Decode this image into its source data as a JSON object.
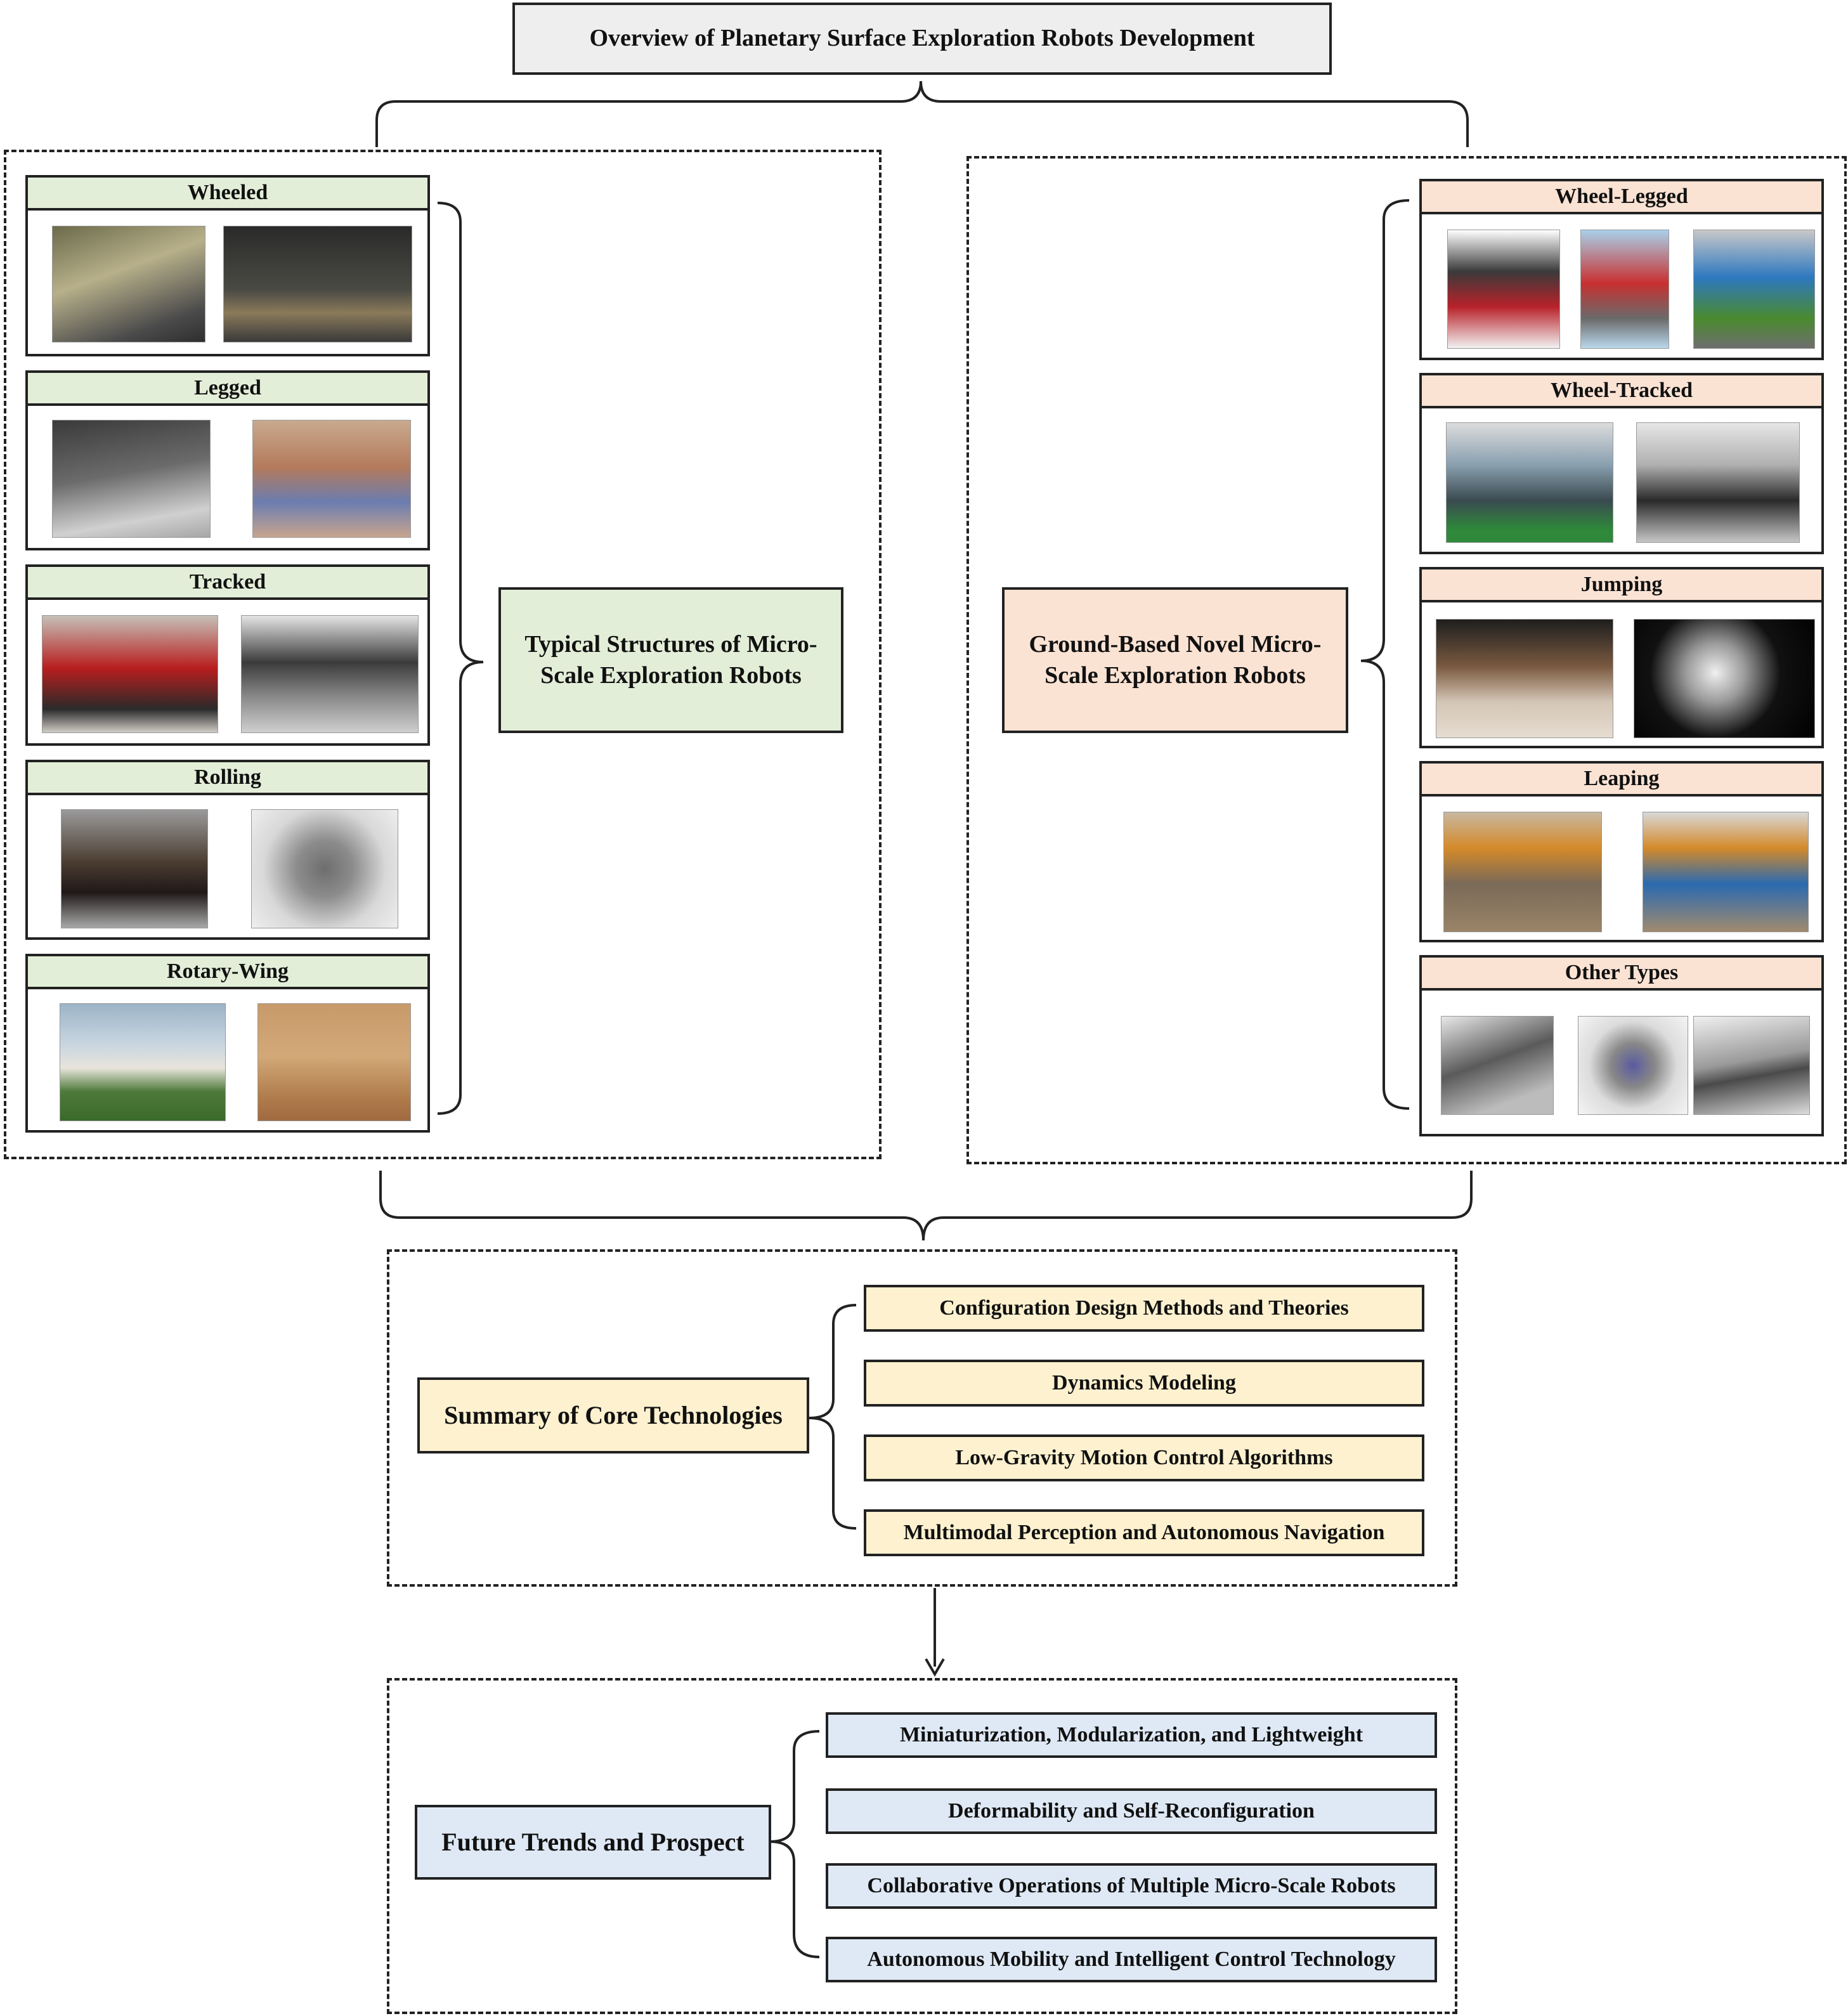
{
  "title": "Overview of Planetary Surface Exploration Robots Development",
  "left_group": {
    "label": "Typical Structures of Micro-Scale Exploration Robots",
    "panels": [
      {
        "title": "Wheeled"
      },
      {
        "title": "Legged"
      },
      {
        "title": "Tracked"
      },
      {
        "title": "Rolling"
      },
      {
        "title": "Rotary-Wing"
      }
    ]
  },
  "right_group": {
    "label": "Ground-Based Novel Micro-Scale Exploration Robots",
    "panels": [
      {
        "title": "Wheel-Legged"
      },
      {
        "title": "Wheel-Tracked"
      },
      {
        "title": "Jumping"
      },
      {
        "title": "Leaping"
      },
      {
        "title": "Other Types"
      }
    ]
  },
  "core": {
    "label": "Summary of Core Technologies",
    "items": [
      "Configuration Design Methods and Theories",
      "Dynamics Modeling",
      "Low-Gravity Motion Control Algorithms",
      "Multimodal Perception and Autonomous Navigation"
    ]
  },
  "future": {
    "label": "Future Trends and Prospect",
    "items": [
      "Miniaturization, Modularization, and Lightweight",
      "Deformability and Self-Reconfiguration",
      "Collaborative Operations of Multiple Micro-Scale Robots",
      "Autonomous Mobility and Intelligent Control Technology"
    ]
  },
  "colors": {
    "left_fill": "#e3eed8",
    "right_fill": "#fbe3d4",
    "core_fill": "#fdf1cf",
    "future_fill": "#dfe9f5",
    "title_fill": "#eeeeee"
  }
}
